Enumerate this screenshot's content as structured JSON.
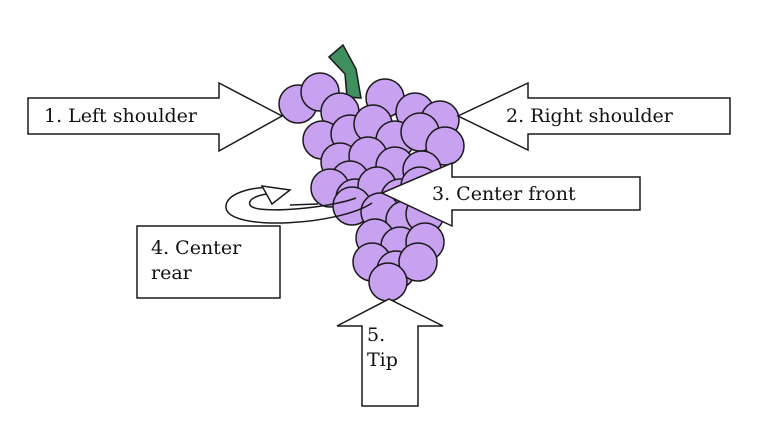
{
  "labels": {
    "left_shoulder": "1. Left shoulder",
    "right_shoulder": "2. Right shoulder",
    "center_front": "3. Center front",
    "center_rear_line1": "4. Center",
    "center_rear_line2": "rear",
    "tip_line1": "5.",
    "tip_line2": "Tip"
  },
  "colors": {
    "grape_fill": "#c8a2f0",
    "grape_stroke": "#1a1a1a",
    "stem_fill": "#3f8f5f",
    "arrow_fill": "#ffffff",
    "arrow_stroke": "#1a1a1a",
    "text": "#111111"
  }
}
